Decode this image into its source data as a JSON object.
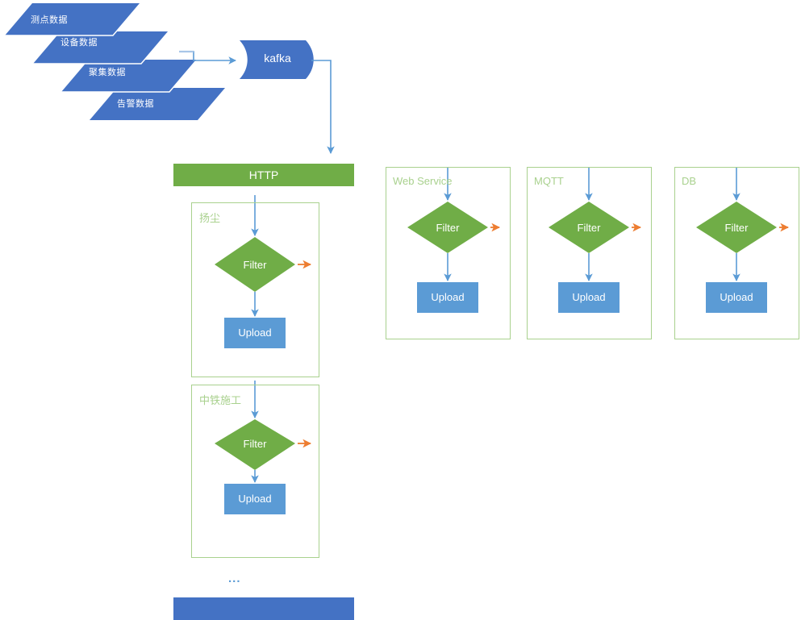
{
  "diagram": {
    "title": "Data pipeline flow diagram",
    "colors": {
      "source_blue": "#4472C4",
      "kafka_blue": "#4472C4",
      "channel_green": "#70AD47",
      "group_border_green": "#A9D18E",
      "upload_blue": "#5B9BD5",
      "arrow_blue": "#5B9BD5",
      "arrow_orange": "#ED7D31",
      "text_white": "#FFFFFF"
    }
  },
  "sources": [
    {
      "label": "测点数据"
    },
    {
      "label": "设备数据"
    },
    {
      "label": "聚集数据"
    },
    {
      "label": "告警数据"
    }
  ],
  "broker": {
    "label": "kafka"
  },
  "channels": [
    {
      "bar_label": "HTTP",
      "groups": [
        {
          "label": "扬尘",
          "filter_label": "Filter",
          "upload_label": "Upload"
        },
        {
          "label": "中铁施工",
          "filter_label": "Filter",
          "upload_label": "Upload"
        }
      ],
      "more_indicator": "...",
      "bottom_bar_label": ""
    },
    {
      "bar_label": "",
      "groups": [
        {
          "label": "Web Service",
          "filter_label": "Filter",
          "upload_label": "Upload"
        }
      ]
    },
    {
      "bar_label": "",
      "groups": [
        {
          "label": "MQTT",
          "filter_label": "Filter",
          "upload_label": "Upload"
        }
      ]
    },
    {
      "bar_label": "",
      "groups": [
        {
          "label": "DB",
          "filter_label": "Filter",
          "upload_label": "Upload"
        }
      ]
    }
  ]
}
